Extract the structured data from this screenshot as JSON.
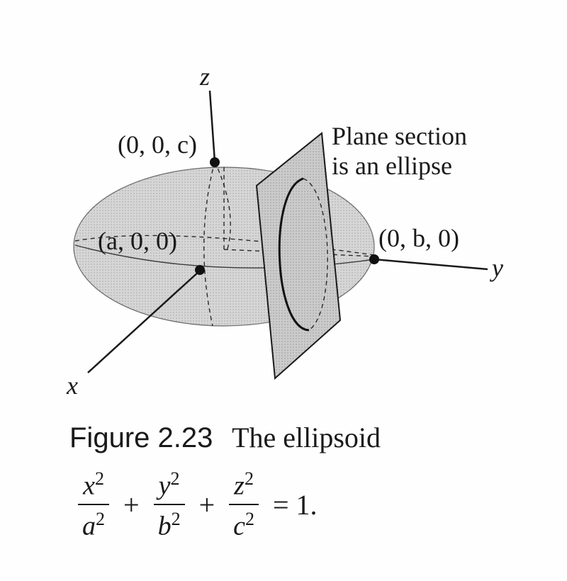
{
  "figure": {
    "label": "Figure 2.23",
    "title": "The ellipsoid"
  },
  "diagram": {
    "axes": {
      "x": "x",
      "y": "y",
      "z": "z"
    },
    "points": {
      "top": "(0, 0, c)",
      "front": "(a, 0, 0)",
      "right": "(0, b, 0)"
    },
    "callout": {
      "line1": "Plane section",
      "line2": "is an ellipse"
    },
    "colors": {
      "ellipsoid_fill": "#cfcfcf",
      "plane_fill": "#c4c4c4",
      "ink": "#1a1a1a"
    }
  },
  "equation": {
    "term1": {
      "num": "x",
      "den": "a"
    },
    "term2": {
      "num": "y",
      "den": "b"
    },
    "term3": {
      "num": "z",
      "den": "c"
    },
    "exponent": "2",
    "plus": "+",
    "rhs": "= 1."
  }
}
